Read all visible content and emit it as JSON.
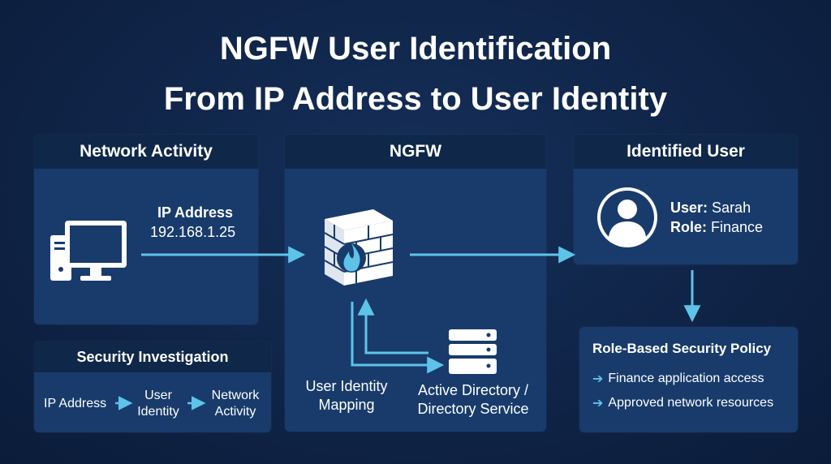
{
  "title": {
    "line1": "NGFW User Identification",
    "line2": "From IP Address to User Identity"
  },
  "network_activity": {
    "header": "Network Activity",
    "ip_label": "IP Address",
    "ip_value": "192.168.1.25"
  },
  "ngfw": {
    "header": "NGFW",
    "mapping_line1": "User Identity",
    "mapping_line2": "Mapping",
    "directory_line1": "Active Directory /",
    "directory_line2": "Directory Service"
  },
  "identified_user": {
    "header": "Identified User",
    "user_key": "User:",
    "user_value": "Sarah",
    "role_key": "Role:",
    "role_value": "Finance"
  },
  "security_investigation": {
    "header": "Security Investigation",
    "step1": "IP Address",
    "step2_line1": "User",
    "step2_line2": "Identity",
    "step3_line1": "Network",
    "step3_line2": "Activity"
  },
  "policy": {
    "title": "Role-Based Security Policy",
    "items": [
      "Finance application access",
      "Approved network resources"
    ]
  },
  "icons": {
    "computer": "computer-icon",
    "firewall": "firewall-icon",
    "server": "server-icon",
    "user": "user-avatar-icon"
  },
  "colors": {
    "background": "#0f2447",
    "panel": "#183b6b",
    "panel_header": "#0f2748",
    "arrow": "#5ec3e8"
  }
}
